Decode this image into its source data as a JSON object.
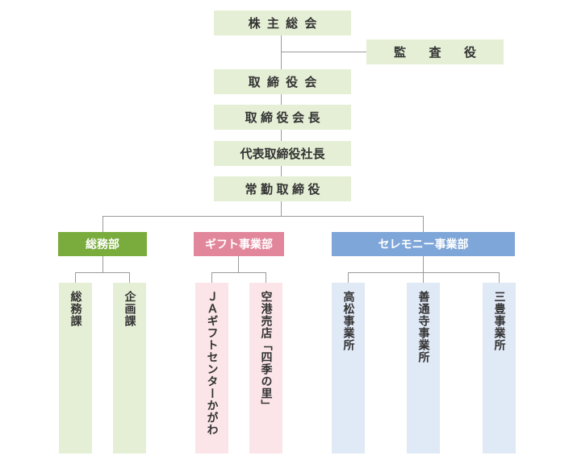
{
  "top": {
    "shareholders": "株主総会",
    "auditor": "監査役",
    "board": "取締役会",
    "chairman": "取締役会長",
    "president": "代表取締役社長",
    "managing": "常勤取締役"
  },
  "departments": {
    "general": {
      "label": "総務部",
      "color": "#7aac3d",
      "units": [
        "総務課",
        "企画課"
      ]
    },
    "gift": {
      "label": "ギフト事業部",
      "color": "#e2879b",
      "units": [
        "ＪＡギフトセンターかがわ",
        "空港売店「四季の里」"
      ]
    },
    "ceremony": {
      "label": "セレモニー事業部",
      "color": "#7fa6d8",
      "units": [
        "高松事業所",
        "善通寺事業所",
        "三豊事業所"
      ]
    }
  },
  "colors": {
    "top_box": "#e5efd5",
    "general_unit": "#e5efd5",
    "gift_unit": "#fbe5e8",
    "ceremony_unit": "#e0e9f6",
    "line": "#9a9a9a"
  }
}
